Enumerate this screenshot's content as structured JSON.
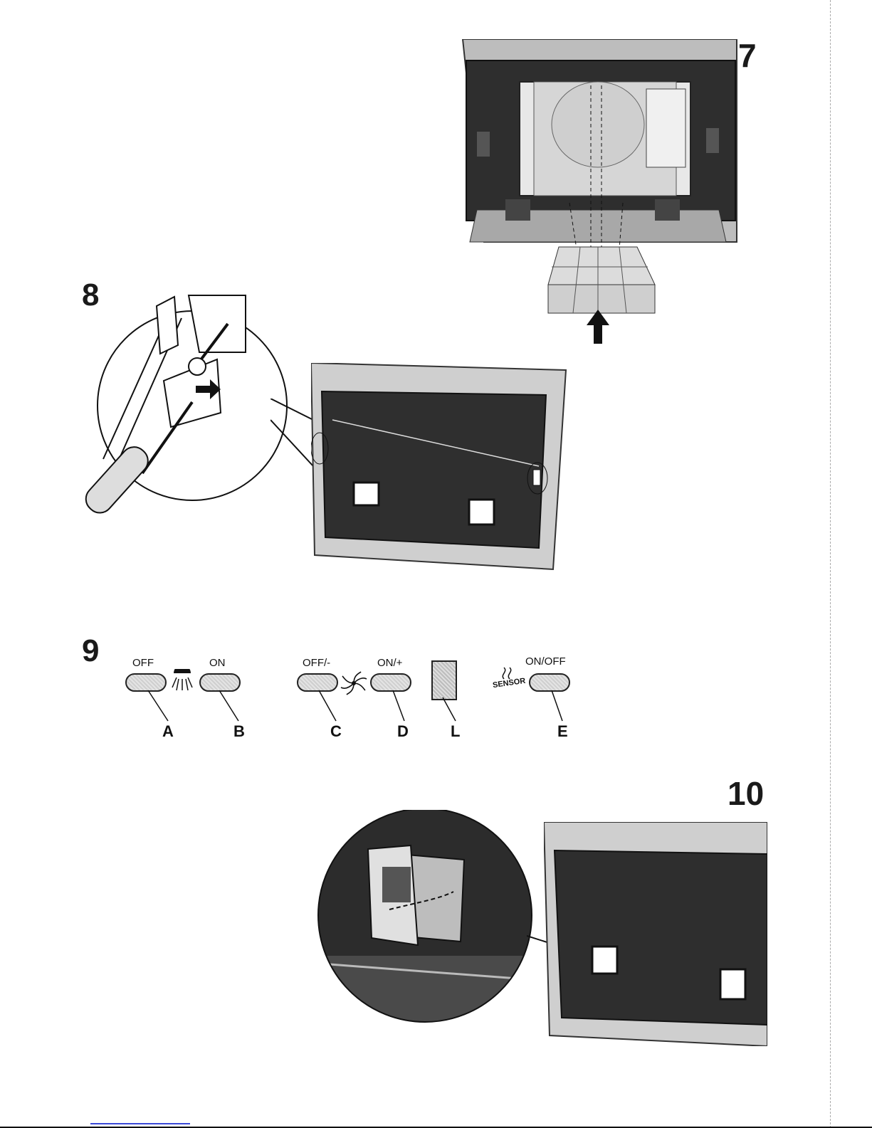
{
  "figures": {
    "fig7": {
      "number": "7"
    },
    "fig8": {
      "number": "8"
    },
    "fig9": {
      "number": "9",
      "buttons": [
        {
          "label": "OFF",
          "letter": "A"
        },
        {
          "label": "ON",
          "letter": "B"
        },
        {
          "label": "OFF/-",
          "letter": "C"
        },
        {
          "label": "ON/+",
          "letter": "D"
        },
        {
          "label": "",
          "letter": "L"
        },
        {
          "label": "ON/OFF",
          "letter": "E"
        }
      ],
      "sensor_text": "SENSOR"
    },
    "fig10": {
      "number": "10"
    }
  },
  "colors": {
    "ink": "#1a1a1a",
    "photo_dark": "#2b2b2b",
    "photo_light": "#d9d9d9",
    "link_blue": "#3a49d8"
  },
  "icons": [
    "light-bulb-icon",
    "fan-icon",
    "sensor-icon",
    "arrow-right-icon",
    "arrow-up-icon",
    "screwdriver-icon"
  ]
}
